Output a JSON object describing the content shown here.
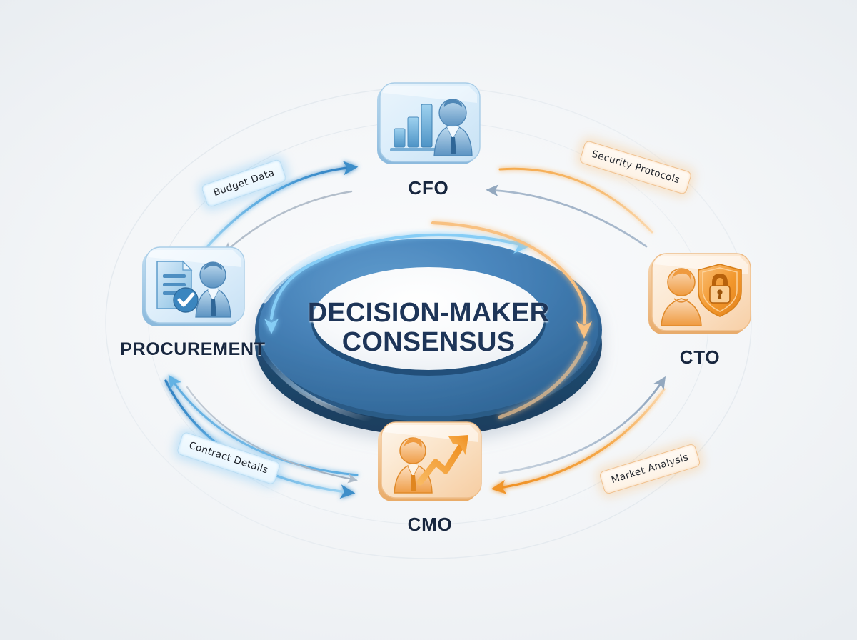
{
  "diagram": {
    "title": "Decision-Maker Consensus",
    "center": {
      "line1": "DECISION-MAKER",
      "line2": "CONSENSUS"
    },
    "background_color": "#f2f4f6",
    "accent_blue": "#2f74b5",
    "accent_orange": "#f0932b",
    "label_color": "#18273f"
  },
  "nodes": [
    {
      "id": "cfo",
      "label": "CFO",
      "icon": "chart-person-icon",
      "theme": "blue",
      "position": "top"
    },
    {
      "id": "cto",
      "label": "CTO",
      "icon": "person-shield-lock-icon",
      "theme": "orange",
      "position": "right"
    },
    {
      "id": "cmo",
      "label": "CMO",
      "icon": "person-growth-arrow-icon",
      "theme": "orange",
      "position": "bottom"
    },
    {
      "id": "procurement",
      "label": "PROCUREMENT",
      "icon": "document-check-person-icon",
      "theme": "blue",
      "position": "left"
    }
  ],
  "flows": [
    {
      "id": "budget-data",
      "label": "Budget Data",
      "theme": "blue",
      "from": "procurement",
      "to": "cfo"
    },
    {
      "id": "security-protocols",
      "label": "Security Protocols",
      "theme": "orange",
      "from": "cto",
      "to": "cfo"
    },
    {
      "id": "contract-details",
      "label": "Contract Details",
      "theme": "blue",
      "from": "procurement",
      "to": "cmo"
    },
    {
      "id": "market-analysis",
      "label": "Market Analysis",
      "theme": "orange",
      "from": "cmo",
      "to": "cto"
    }
  ],
  "ring": {
    "description": "3D torus ring",
    "color_top": "#4a87bd",
    "color_body": "#2d6595",
    "inner_arrow_left_color": "#7ec8f5",
    "inner_arrow_right_color": "#f5b971"
  }
}
